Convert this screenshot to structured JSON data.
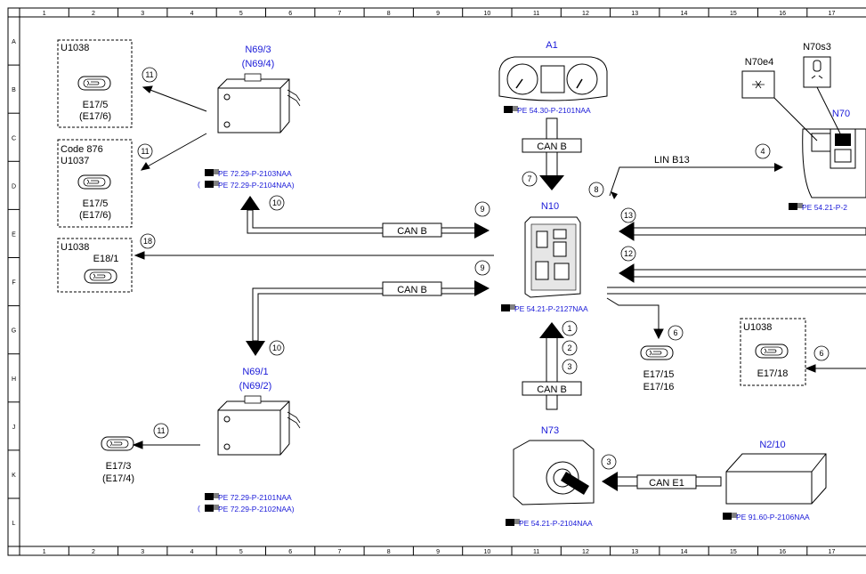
{
  "grid": {
    "columns": [
      "1",
      "2",
      "3",
      "4",
      "5",
      "6",
      "7",
      "8",
      "9",
      "10",
      "11",
      "12",
      "13",
      "14",
      "15",
      "16",
      "17"
    ],
    "rows": [
      "A",
      "B",
      "C",
      "D",
      "E",
      "F",
      "G",
      "H",
      "J",
      "K",
      "L"
    ]
  },
  "components": {
    "n69_3": {
      "label": "N69/3",
      "label2": "(N69/4)",
      "ref1": "PE 72.29-P-2103NAA",
      "ref2": "(",
      "ref2b": "PE 72.29-P-2104NAA)"
    },
    "n69_1": {
      "label": "N69/1",
      "label2": "(N69/2)",
      "ref1": "PE 72.29-P-2101NAA",
      "ref2": "(",
      "ref2b": "PE 72.29-P-2102NAA)"
    },
    "a1": {
      "label": "A1",
      "ref": "PE 54.30-P-2101NAA"
    },
    "n10": {
      "label": "N10",
      "ref": "PE 54.21-P-2127NAA"
    },
    "n73": {
      "label": "N73",
      "ref": "PE 54.21-P-2104NAA"
    },
    "n2_10": {
      "label": "N2/10",
      "ref": "PE 91.60-P-2106NAA"
    },
    "n70": {
      "label": "N70",
      "ref": "PE 54.21-P-2"
    },
    "n70e4": {
      "label": "N70e4"
    },
    "n70s3": {
      "label": "N70s3"
    }
  },
  "boxes": {
    "u1038_top": {
      "title": "U1038",
      "lamp": "E17/5",
      "lamp2": "(E17/6)"
    },
    "code876": {
      "title": "Code 876",
      "title2": "U1037",
      "lamp": "E17/5",
      "lamp2": "(E17/6)"
    },
    "u1038_mid": {
      "title": "U1038",
      "lamp": "E18/1"
    },
    "u1038_right": {
      "title": "U1038",
      "lamp": "E17/18"
    }
  },
  "lamps": {
    "e17_3": {
      "label": "E17/3",
      "label2": "(E17/4)"
    },
    "e17_15": {
      "label": "E17/15",
      "label2": "E17/16"
    }
  },
  "buses": {
    "can_b_top": "CAN B",
    "can_b_upper": "CAN B",
    "can_b_lower": "CAN B",
    "can_b_bottom": "CAN B",
    "can_e1": "CAN E1",
    "lin_b13": "LIN B13"
  },
  "markers": {
    "m1": "1",
    "m2": "2",
    "m3": "3",
    "m3b": "3",
    "m4": "4",
    "m6": "6",
    "m6b": "6",
    "m7": "7",
    "m8": "8",
    "m9a": "9",
    "m9b": "9",
    "m10a": "10",
    "m10b": "10",
    "m11a": "11",
    "m11b": "11",
    "m11c": "11",
    "m12": "12",
    "m13": "13",
    "m18": "18"
  },
  "colors": {
    "link_text": "#1a1ad8",
    "line": "#000000"
  }
}
